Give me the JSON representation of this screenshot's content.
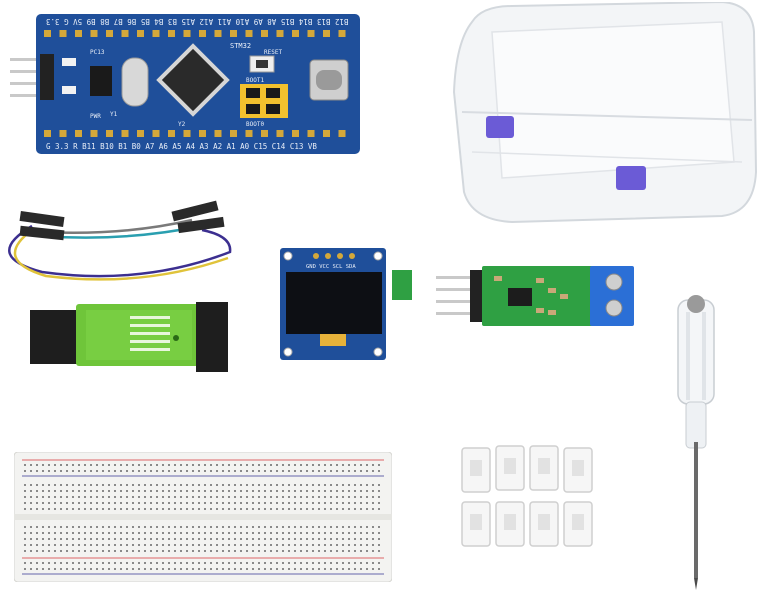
{
  "items": {
    "board": {
      "top_pins": "B12 B13 B14 B15 A8 A9 A10 A11 A12 A15 B3 B4 B5 B6 B7 B8 B9 5V G 3.3",
      "bottom_pins": "G 3.3 R B11 B10 B1 B0 A7 A6 A5 A4 A3 A2 A1 A0 C15 C14 C13 VB",
      "chip_label": "STM32",
      "reset_label": "RESET",
      "boot0_label": "BOOT0",
      "boot1_label": "BOOT1",
      "pc13_label": "PC13",
      "pwr_label": "PWR",
      "y1_label": "Y1",
      "y2_label": "Y2"
    },
    "oled": {
      "header_label": "GND VCC SCL SDA"
    },
    "colors": {
      "pcb_blue": "#1f4f9a",
      "programmer_green": "#6fc53a",
      "module_green": "#2fa043",
      "terminal_blue": "#2b6fd6",
      "clip_purple": "#6b5bd6"
    }
  }
}
